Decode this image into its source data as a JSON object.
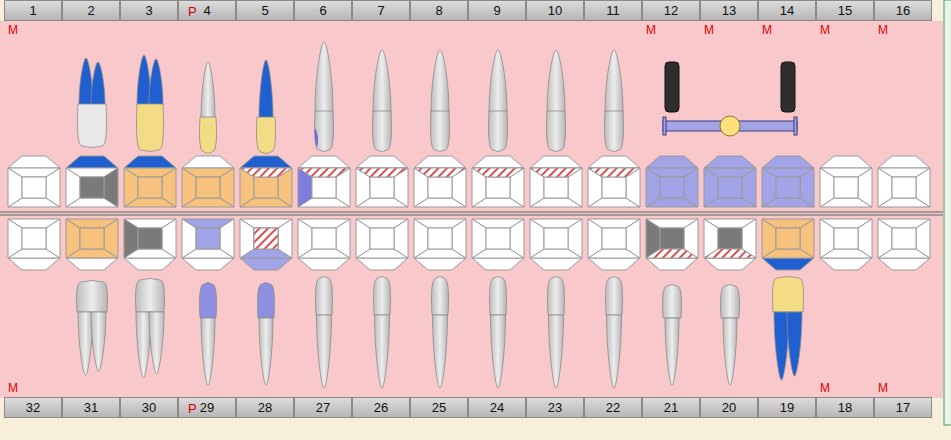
{
  "diagram": {
    "nodes": [
      {
        "text": [
          "1"
        ]
      },
      {
        "text": [
          "2"
        ]
      },
      {
        "text": [
          "3"
        ]
      },
      {
        "text": [
          "P",
          "4"
        ]
      },
      {
        "text": [
          "5"
        ]
      },
      {
        "text": [
          "6"
        ]
      },
      {
        "text": [
          "7"
        ]
      },
      {
        "text": [
          "8"
        ]
      },
      {
        "text": [
          "9"
        ]
      },
      {
        "text": [
          "10"
        ]
      },
      {
        "text": [
          "11"
        ]
      },
      {
        "text": [
          "12"
        ]
      },
      {
        "text": [
          "13"
        ]
      },
      {
        "text": [
          "14"
        ]
      },
      {
        "text": [
          "15"
        ]
      },
      {
        "text": [
          "16"
        ]
      },
      {
        "text": [
          "32"
        ]
      },
      {
        "text": [
          "31"
        ]
      },
      {
        "text": [
          "30"
        ]
      },
      {
        "text": [
          "P",
          "29"
        ]
      },
      {
        "text": [
          "28"
        ]
      },
      {
        "text": [
          "27"
        ]
      },
      {
        "text": [
          "26"
        ]
      },
      {
        "text": [
          "25"
        ]
      },
      {
        "text": [
          "24"
        ]
      },
      {
        "text": [
          "23"
        ]
      },
      {
        "text": [
          "22"
        ]
      },
      {
        "text": [
          "21"
        ]
      },
      {
        "text": [
          "20"
        ]
      },
      {
        "text": [
          "19"
        ]
      },
      {
        "text": [
          "18"
        ]
      },
      {
        "text": [
          "17"
        ]
      }
    ],
    "labels": [
      "M",
      "M",
      "M",
      "M",
      "M",
      "M",
      "M",
      "M",
      "M"
    ]
  }
}
